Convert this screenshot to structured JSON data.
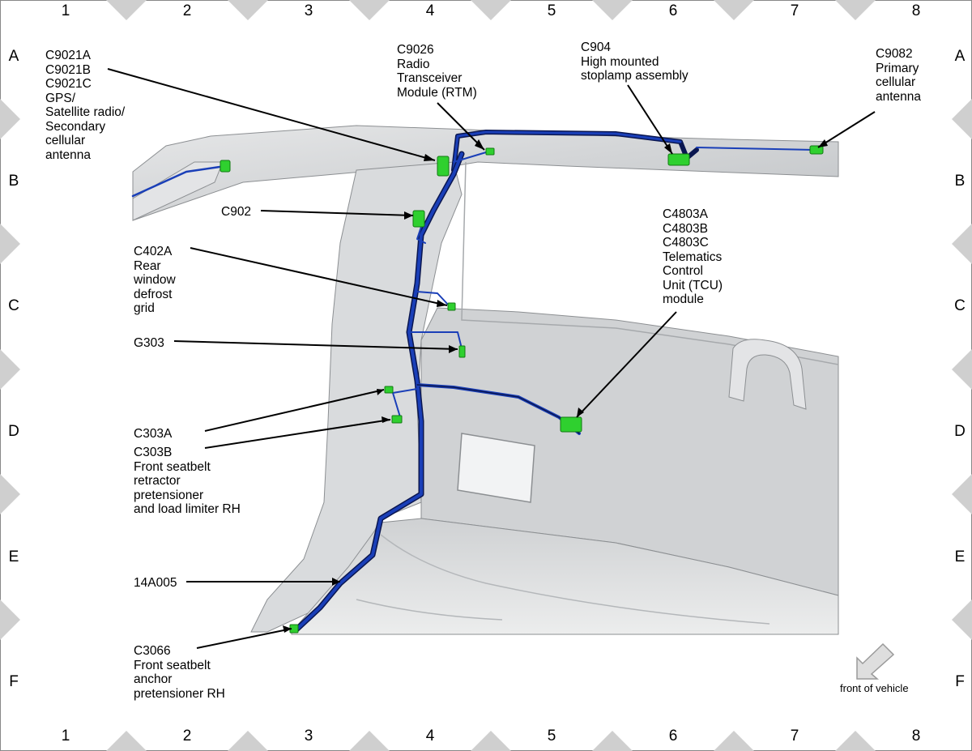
{
  "grid": {
    "columns": [
      "1",
      "2",
      "3",
      "4",
      "5",
      "6",
      "7",
      "8"
    ],
    "rows": [
      "A",
      "B",
      "C",
      "D",
      "E",
      "F"
    ]
  },
  "callouts": [
    {
      "id": "c9021",
      "lines": [
        "C9021A",
        "C9021B",
        "C9021C",
        "GPS/",
        "Satellite radio/",
        "Secondary",
        "cellular",
        "antenna"
      ]
    },
    {
      "id": "c9026",
      "lines": [
        "C9026",
        "Radio",
        "Transceiver",
        "Module (RTM)"
      ]
    },
    {
      "id": "c904",
      "lines": [
        "C904",
        "High mounted",
        "stoplamp assembly"
      ]
    },
    {
      "id": "c9082",
      "lines": [
        "C9082",
        "Primary",
        "cellular",
        "antenna"
      ]
    },
    {
      "id": "c902",
      "lines": [
        "C902"
      ]
    },
    {
      "id": "c4803",
      "lines": [
        "C4803A",
        "C4803B",
        "C4803C",
        "Telematics",
        "Control",
        "Unit (TCU)",
        "module"
      ]
    },
    {
      "id": "c402a",
      "lines": [
        "C402A",
        "Rear",
        "window",
        "defrost",
        "grid"
      ]
    },
    {
      "id": "g303",
      "lines": [
        "G303"
      ]
    },
    {
      "id": "c303a",
      "lines": [
        "C303A"
      ]
    },
    {
      "id": "c303b",
      "lines": [
        "C303B",
        "Front seatbelt",
        "retractor",
        "pretensioner",
        "and load limiter RH"
      ]
    },
    {
      "id": "h14a005",
      "lines": [
        "14A005"
      ]
    },
    {
      "id": "c3066",
      "lines": [
        "C3066",
        "Front seatbelt",
        "anchor",
        "pretensioner RH"
      ]
    }
  ],
  "front_of_vehicle_label": "front of vehicle",
  "colors": {
    "harness": "#1a3fb8",
    "harness_dark": "#0a1650",
    "connector": "#2fd02f",
    "body_panel": "#d4d6d8",
    "frame_triangle": "#cfcfcf"
  }
}
